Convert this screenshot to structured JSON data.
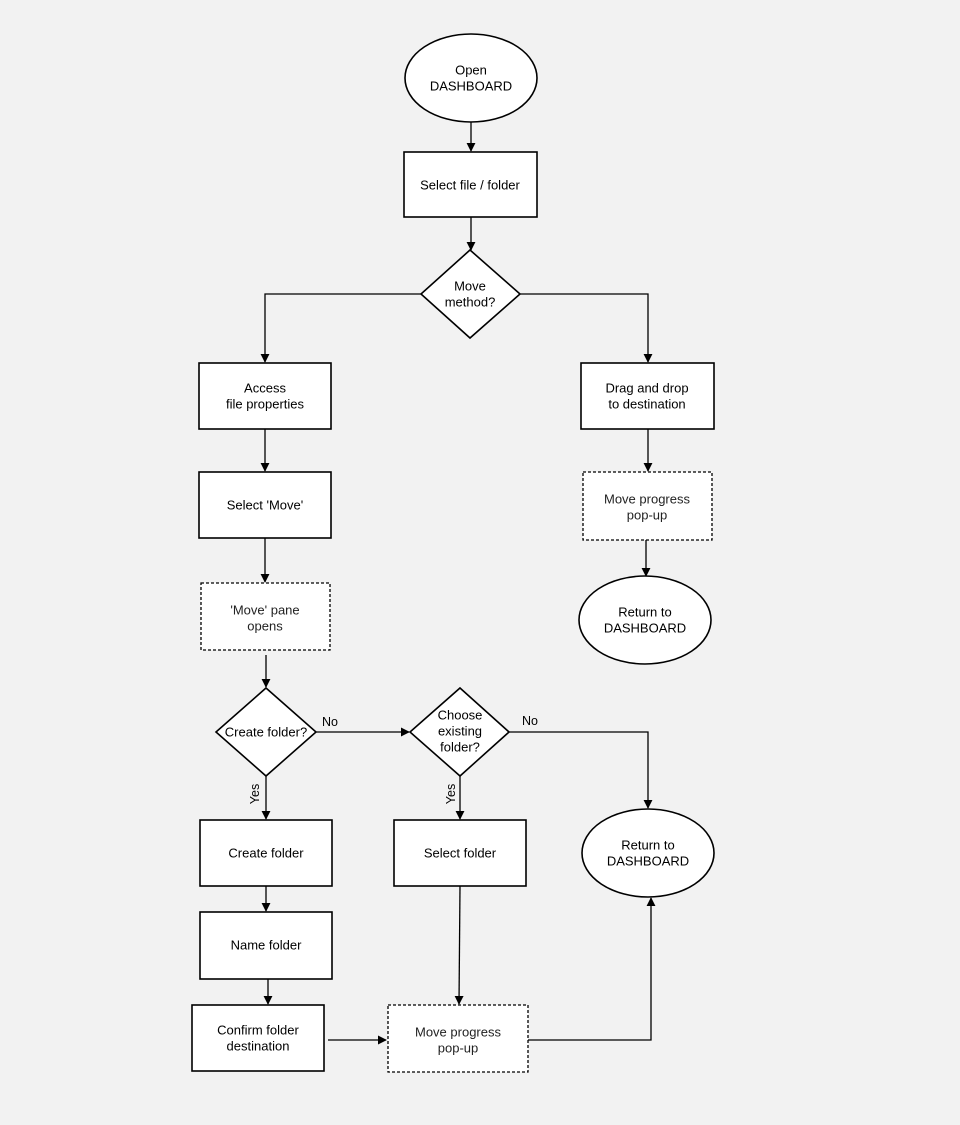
{
  "nodes": {
    "open_dashboard": [
      "Open",
      "DASHBOARD"
    ],
    "select_file_folder": [
      "Select file / folder"
    ],
    "move_method": [
      "Move",
      "method?"
    ],
    "access_file_properties": [
      "Access",
      "file properties"
    ],
    "drag_and_drop": [
      "Drag and drop",
      "to destination"
    ],
    "select_move": [
      "Select 'Move'"
    ],
    "move_progress_right": [
      "Move progress",
      "pop-up"
    ],
    "return_dashboard_right": [
      "Return to",
      "DASHBOARD"
    ],
    "move_pane_opens": [
      "'Move' pane",
      "opens"
    ],
    "create_folder_q": [
      "Create folder?"
    ],
    "choose_existing_q": [
      "Choose",
      "existing",
      "folder?"
    ],
    "create_folder": [
      "Create folder"
    ],
    "select_folder": [
      "Select folder"
    ],
    "return_dashboard_lower": [
      "Return to",
      "DASHBOARD"
    ],
    "name_folder": [
      "Name folder"
    ],
    "confirm_folder_destination": [
      "Confirm folder",
      "destination"
    ],
    "move_progress_bottom": [
      "Move progress",
      "pop-up"
    ]
  },
  "edge_labels": {
    "create_no": "No",
    "choose_no": "No",
    "create_yes": "Yes",
    "choose_yes": "Yes"
  }
}
